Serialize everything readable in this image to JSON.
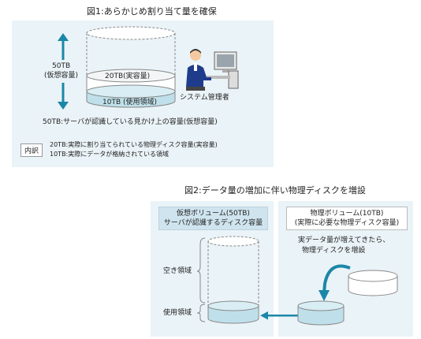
{
  "fig1": {
    "title": "図1:あらかじめ割り当て量を確保",
    "virtual_size": "50TB",
    "virtual_label": "(仮想容量)",
    "real_capacity": "20TB(実容量)",
    "used_area": "10TB (使用領域)",
    "admin_label": "システム管理者",
    "server_recognizes": "50TB:サーバが認識している見かけ上の容量(仮想容量)",
    "breakdown_label": "内訳",
    "breakdown_line1": "20TB:実際に割り当てられている物理ディスク容量(実容量)",
    "breakdown_line2": "10TB:実際にデータが格納されている領域"
  },
  "fig2": {
    "title": "図2:データ量の増加に伴い物理ディスクを増設",
    "virtual_volume_title": "仮想ボリューム(50TB)",
    "virtual_volume_sub": "サーバが認識するディスク容量",
    "physical_volume_title": "物理ボリューム(10TB)",
    "physical_volume_sub": "(実際に必要な物理ディスク容量)",
    "free_area": "空き領域",
    "used_area": "使用領域",
    "note_line1": "実データ量が増えてきたら、",
    "note_line2": "物理ディスクを増設"
  },
  "colors": {
    "panel_bg": "#eaf3f7",
    "cylinder_fill": "#bfe0ea",
    "cylinder_top": "#d8eef4",
    "arrow": "#1b87a8",
    "cylinder_outline": "#888888"
  }
}
